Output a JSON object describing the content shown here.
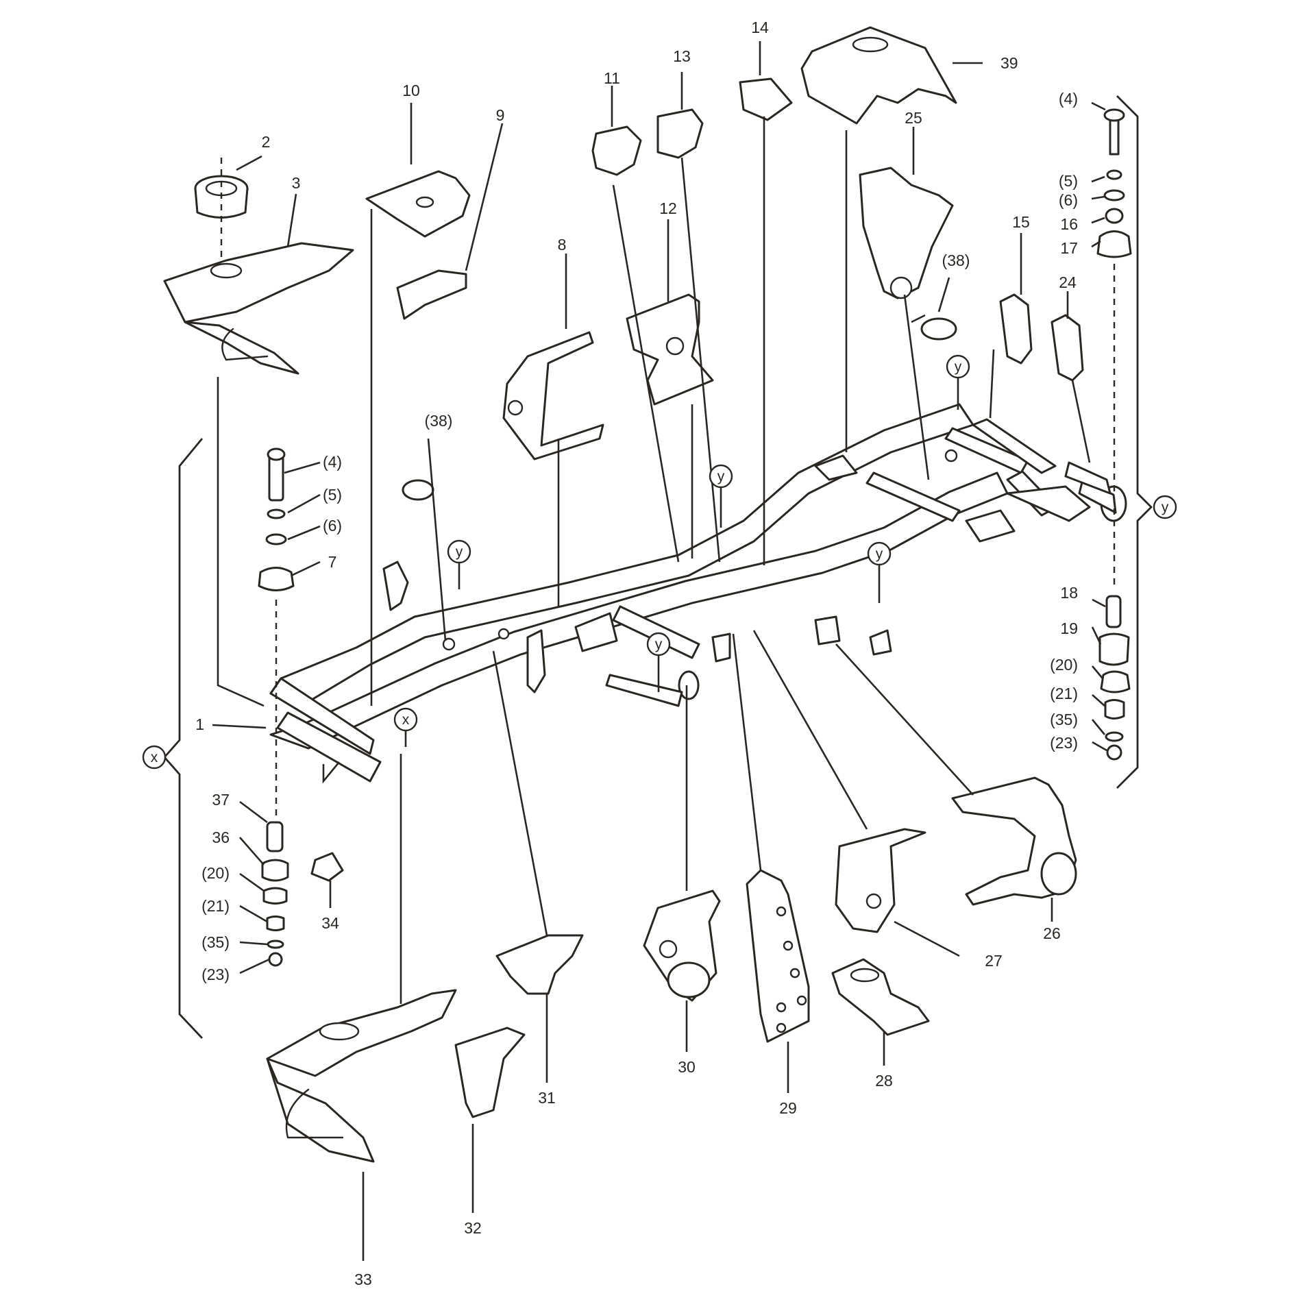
{
  "colors": {
    "line": "#2a2622",
    "background": "#ffffff"
  },
  "labels": {
    "p1": "1",
    "p2": "2",
    "p3": "3",
    "p4": "(4)",
    "p5": "(5)",
    "p6": "(6)",
    "p7": "7",
    "p8": "8",
    "p9": "9",
    "p10": "10",
    "p11": "11",
    "p12": "12",
    "p13": "13",
    "p14": "14",
    "p15": "15",
    "p4r": "(4)",
    "p5r": "(5)",
    "p6r": "(6)",
    "p16": "16",
    "p17": "17",
    "p18": "18",
    "p19": "19",
    "p20r": "(20)",
    "p21r": "(21)",
    "p35r": "(35)",
    "p23r": "(23)",
    "p24": "24",
    "p25": "25",
    "p26": "26",
    "p27": "27",
    "p28": "28",
    "p29": "29",
    "p30": "30",
    "p31": "31",
    "p32": "32",
    "p33": "33",
    "p34": "34",
    "p36": "36",
    "p37": "37",
    "p20l": "(20)",
    "p21l": "(21)",
    "p35l": "(35)",
    "p23l": "(23)",
    "p38a": "(38)",
    "p38b": "(38)",
    "p39": "39"
  },
  "markers": {
    "x_left": "x",
    "x_frame": "x",
    "y_right": "y",
    "y_a": "y",
    "y_b": "y",
    "y_c": "y",
    "y_d": "y",
    "y_e": "y"
  }
}
